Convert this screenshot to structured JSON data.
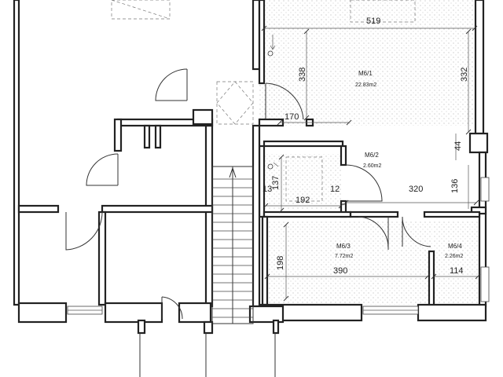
{
  "rooms": [
    {
      "id": "M6/1",
      "area": "22.83m2"
    },
    {
      "id": "M6/2",
      "area": "2.60m2"
    },
    {
      "id": "M6/3",
      "area": "7.72m2"
    },
    {
      "id": "M6/4",
      "area": "2.26m2"
    }
  ],
  "dimensions": {
    "d519": "519",
    "d338": "338",
    "d332": "332",
    "d170": "170",
    "d44": "44",
    "d137": "137",
    "d13": "13",
    "d192": "192",
    "d12": "12",
    "d320": "320",
    "d136": "136",
    "d198": "198",
    "d390": "390",
    "d114": "114"
  }
}
